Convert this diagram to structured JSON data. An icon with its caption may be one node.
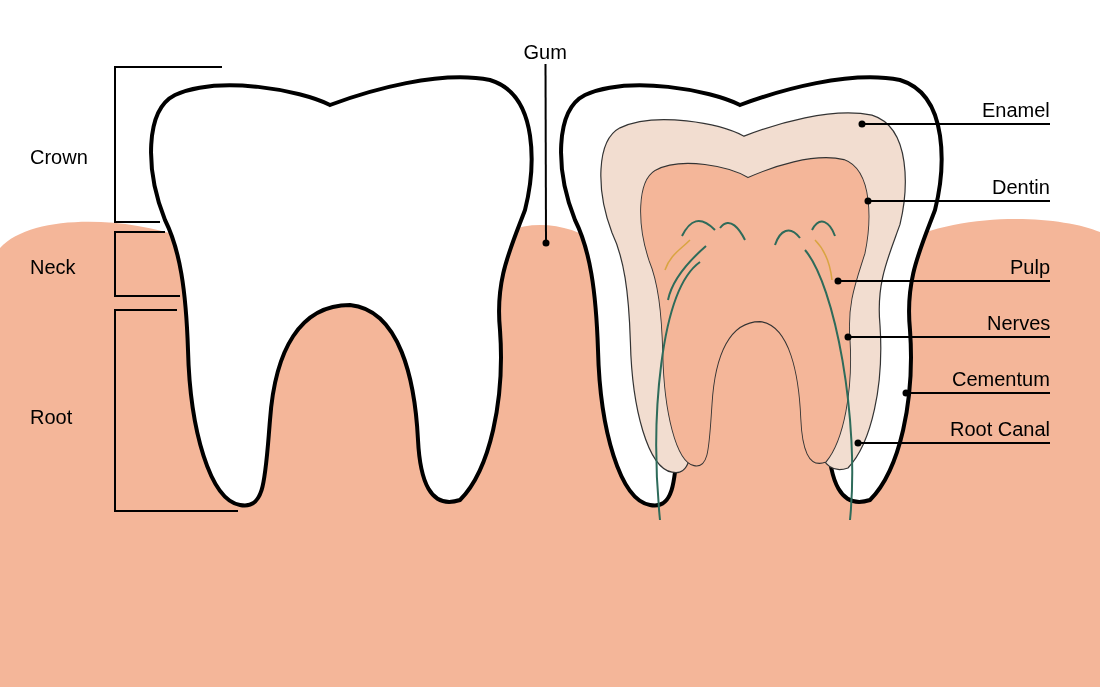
{
  "diagram": {
    "nodes": [
      {
        "text": [
          "Gum"
        ]
      },
      {
        "text": [
          "Enamel"
        ]
      },
      {
        "text": [
          "Dentin"
        ]
      },
      {
        "text": [
          "Pulp"
        ]
      },
      {
        "text": [
          "Nerves"
        ]
      },
      {
        "text": [
          "Cementum"
        ]
      },
      {
        "text": [
          "Root Canal"
        ]
      }
    ],
    "edges": [
      {
        "from": 0,
        "to": null,
        "arrow": "other"
      },
      {
        "from": 1,
        "to": null,
        "arrow": "other"
      },
      {
        "from": 2,
        "to": null,
        "arrow": "other"
      },
      {
        "from": 3,
        "to": null,
        "arrow": "other"
      },
      {
        "from": 4,
        "to": null,
        "arrow": "other"
      },
      {
        "from": 5,
        "to": null,
        "arrow": "other"
      },
      {
        "from": 6,
        "to": null,
        "arrow": "other"
      }
    ],
    "labels": [
      "Crown",
      "Neck",
      "Root"
    ]
  }
}
